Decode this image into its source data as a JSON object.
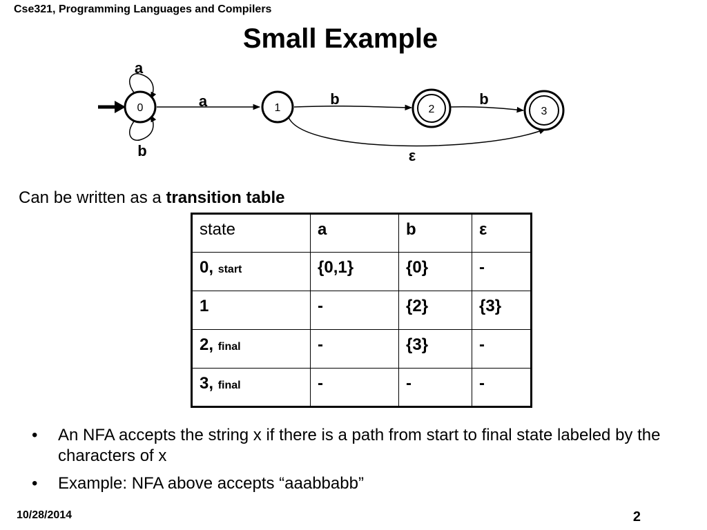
{
  "header": "Cse321, Programming Languages and Compilers",
  "title": "Small Example",
  "diagram": {
    "states": [
      {
        "label": "0",
        "start": true,
        "final": false
      },
      {
        "label": "1",
        "start": false,
        "final": false
      },
      {
        "label": "2",
        "start": false,
        "final": true
      },
      {
        "label": "3",
        "start": false,
        "final": true
      }
    ],
    "transitions": [
      {
        "from": "0",
        "to": "0",
        "label": "a"
      },
      {
        "from": "0",
        "to": "0",
        "label": "b"
      },
      {
        "from": "0",
        "to": "1",
        "label": "a"
      },
      {
        "from": "1",
        "to": "2",
        "label": "b"
      },
      {
        "from": "2",
        "to": "3",
        "label": "b"
      },
      {
        "from": "1",
        "to": "3",
        "label": "ε"
      }
    ]
  },
  "lead_text": "Can be written as a ",
  "lead_bold": "transition table",
  "table": {
    "headers": [
      "state",
      "a",
      "b",
      "ε"
    ],
    "rows": [
      {
        "state": "0,",
        "note": "start",
        "a": "{0,1}",
        "b": "{0}",
        "eps": "-"
      },
      {
        "state": "1",
        "note": "",
        "a": "-",
        "b": "{2}",
        "eps": "{3}"
      },
      {
        "state": "2,",
        "note": "final",
        "a": "-",
        "b": "{3}",
        "eps": "-"
      },
      {
        "state": "3,",
        "note": "final",
        "a": "-",
        "b": "-",
        "eps": "-"
      }
    ]
  },
  "bullets": [
    "An NFA accepts the string x if there is a path from start to final state labeled by the characters of x",
    "Example: NFA above accepts “aaabbabb”"
  ],
  "footer": {
    "date": "10/28/2014",
    "page": "2"
  }
}
